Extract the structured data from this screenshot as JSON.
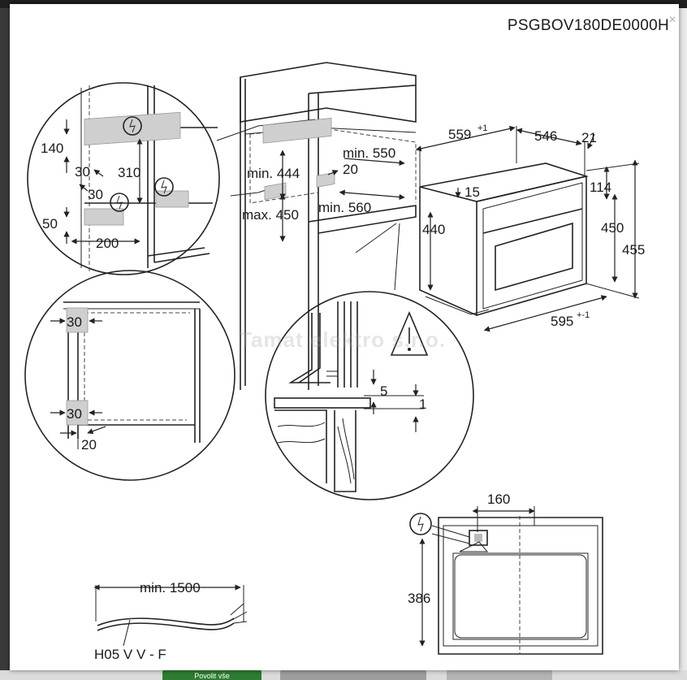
{
  "header": {
    "product_code": "PSGBOV180DE0000H",
    "close_label": "×"
  },
  "watermark": "Tamat elektro s.r.o.",
  "detail_top_left": {
    "dims": [
      "140",
      "30",
      "310",
      "30",
      "50",
      "200"
    ]
  },
  "cabinet": {
    "dims": [
      "min. 444",
      "min. 550",
      "20",
      "max. 450",
      "min. 560"
    ]
  },
  "oven": {
    "dims": [
      "559",
      "+1",
      "546",
      "21",
      "15",
      "114",
      "440",
      "450",
      "455",
      "595",
      "+-1"
    ]
  },
  "detail_bottom_left": {
    "dims": [
      "30",
      "30",
      "20"
    ]
  },
  "detail_bottom_center": {
    "dims": [
      "5",
      "1"
    ]
  },
  "top_view": {
    "dims": [
      "160",
      "386"
    ]
  },
  "cable": {
    "length": "min. 1500",
    "type": "H05 V V - F"
  },
  "backdrop": {
    "buttons": [
      "Povolit vše",
      "",
      ""
    ]
  }
}
